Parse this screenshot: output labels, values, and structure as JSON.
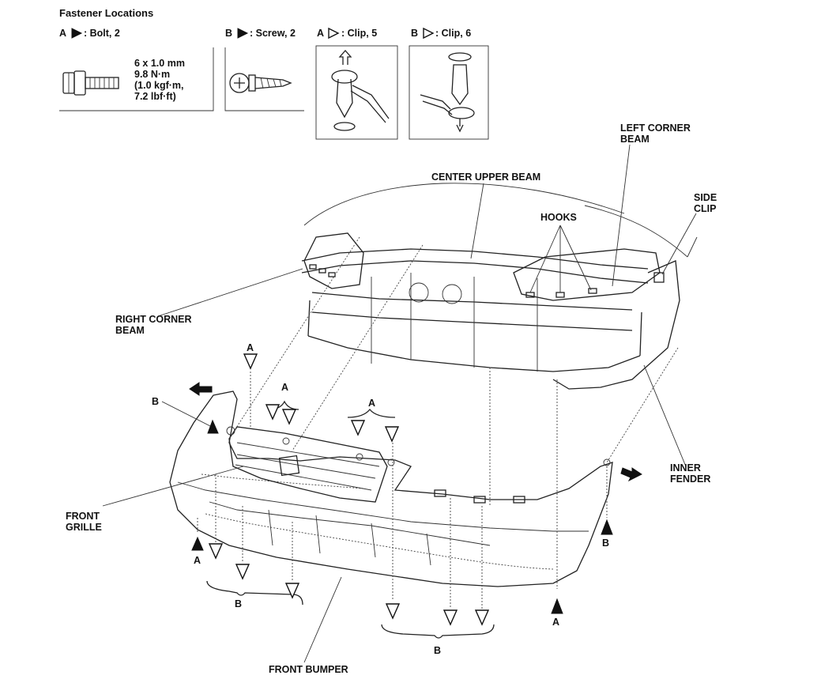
{
  "header": {
    "title": "Fastener Locations",
    "bolt_a": "A",
    "bolt_text": ": Bolt, 2",
    "screw_b": "B",
    "screw_text": ": Screw, 2",
    "clip_a": "A",
    "clip_a_text": ": Clip, 5",
    "clip_b": "B",
    "clip_b_text": ": Clip, 6"
  },
  "bolt_spec": {
    "line1": "6 x 1.0 mm",
    "line2": "9.8 N·m",
    "line3": "(1.0 kgf·m,",
    "line4": "7.2 lbf·ft)"
  },
  "labels": {
    "left_corner_beam_1": "LEFT CORNER",
    "left_corner_beam_2": "BEAM",
    "center_upper_beam": "CENTER UPPER BEAM",
    "side_clip_1": "SIDE",
    "side_clip_2": "CLIP",
    "hooks": "HOOKS",
    "right_corner_beam_1": "RIGHT CORNER",
    "right_corner_beam_2": "BEAM",
    "inner_fender_1": "INNER",
    "inner_fender_2": "FENDER",
    "front_grille_1": "FRONT",
    "front_grille_2": "GRILLE",
    "front_bumper": "FRONT BUMPER"
  },
  "callouts": {
    "a1": "A",
    "a2": "A",
    "a3": "A",
    "a4": "A",
    "a5": "A",
    "b1": "B",
    "b2": "B",
    "b3": "B",
    "b4": "B"
  },
  "colors": {
    "ink": "#111111",
    "paper": "#ffffff"
  }
}
